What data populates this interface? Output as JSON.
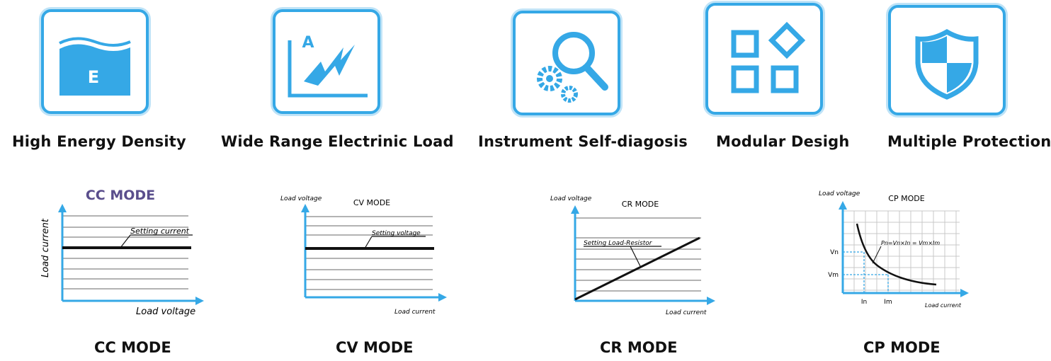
{
  "features": [
    {
      "id": "energy",
      "label": "High Energy Density",
      "icon": "energy-density-icon",
      "icon_letter": "E"
    },
    {
      "id": "load",
      "label": "Wide Range Electrinic Load",
      "icon": "electronic-load-icon",
      "icon_letter": "A"
    },
    {
      "id": "diag",
      "label": "Instrument Self-diagosis",
      "icon": "self-diagnosis-icon"
    },
    {
      "id": "modular",
      "label": "Modular Desigh",
      "icon": "modular-design-icon"
    },
    {
      "id": "protect",
      "label": "Multiple Protection",
      "icon": "shield-icon"
    }
  ],
  "colors": {
    "accent": "#35a8e6",
    "accent_light": "#bfe3f7",
    "grid": "#9a9a9a",
    "line": "#111111",
    "title_purple": "#5a4e8c"
  },
  "modes": [
    {
      "id": "cc",
      "caption": "CC MODE",
      "title": "CC MODE",
      "xlabel": "Load voltage",
      "ylabel": "Load current",
      "annotation": "Setting current"
    },
    {
      "id": "cv",
      "caption": "CV MODE",
      "title": "CV MODE",
      "xlabel": "Load current",
      "ylabel": "Load voltage",
      "annotation": "Setting voltage"
    },
    {
      "id": "cr",
      "caption": "CR MODE",
      "title": "CR MODE",
      "xlabel": "Load current",
      "ylabel": "Load voltage",
      "annotation": "Setting Load-Resistor"
    },
    {
      "id": "cp",
      "caption": "CP MODE",
      "title": "CP MODE",
      "xlabel": "Load current",
      "ylabel": "Load voltage",
      "annotation": "Pn=Vn×In = Vm×Im",
      "tick_y": [
        "Vn",
        "Vm"
      ],
      "tick_x": [
        "In",
        "Im"
      ]
    }
  ]
}
